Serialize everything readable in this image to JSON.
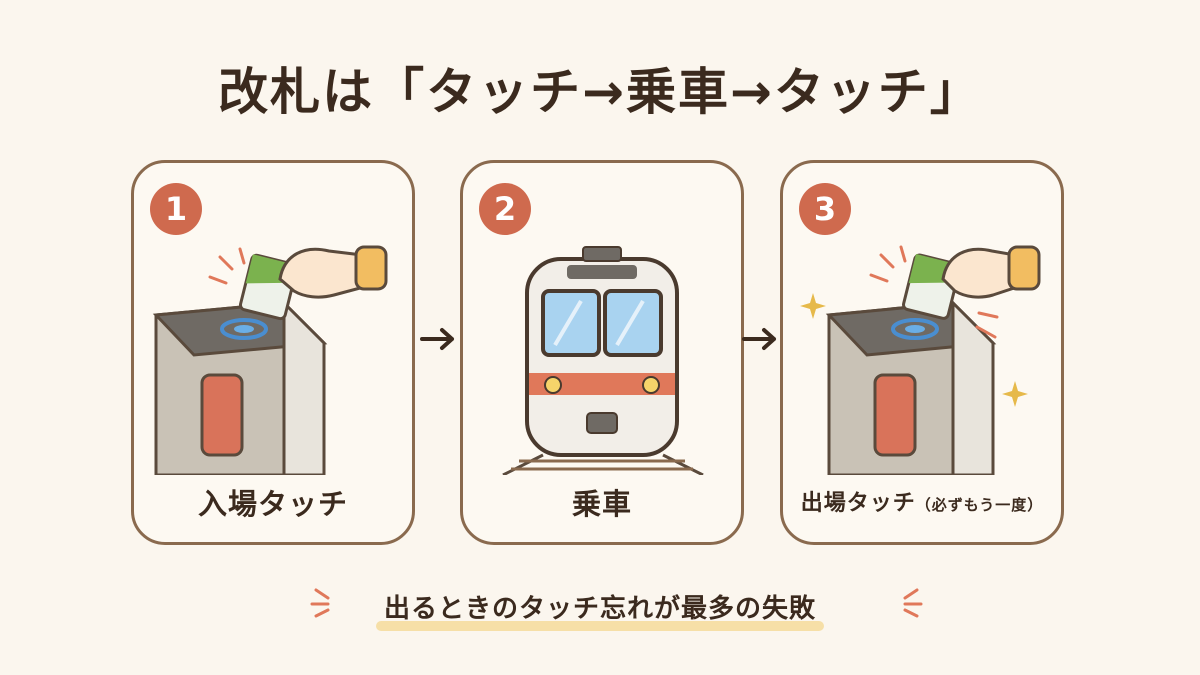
{
  "title": "改札は「タッチ→乗車→タッチ」",
  "steps": [
    {
      "number": "1",
      "label": "入場タッチ"
    },
    {
      "number": "2",
      "label": "乗車"
    },
    {
      "number": "3",
      "label": "出場タッチ",
      "note": "（必ずもう一度）"
    }
  ],
  "footer": "出るときのタッチ忘れが最多の失敗",
  "colors": {
    "accent": "#cf6a4e",
    "border": "#8a6a4e",
    "background": "#fbf6ee",
    "highlight": "#f6dfa7",
    "card_green": "#7bb24e",
    "train_stripe": "#e0785a"
  }
}
